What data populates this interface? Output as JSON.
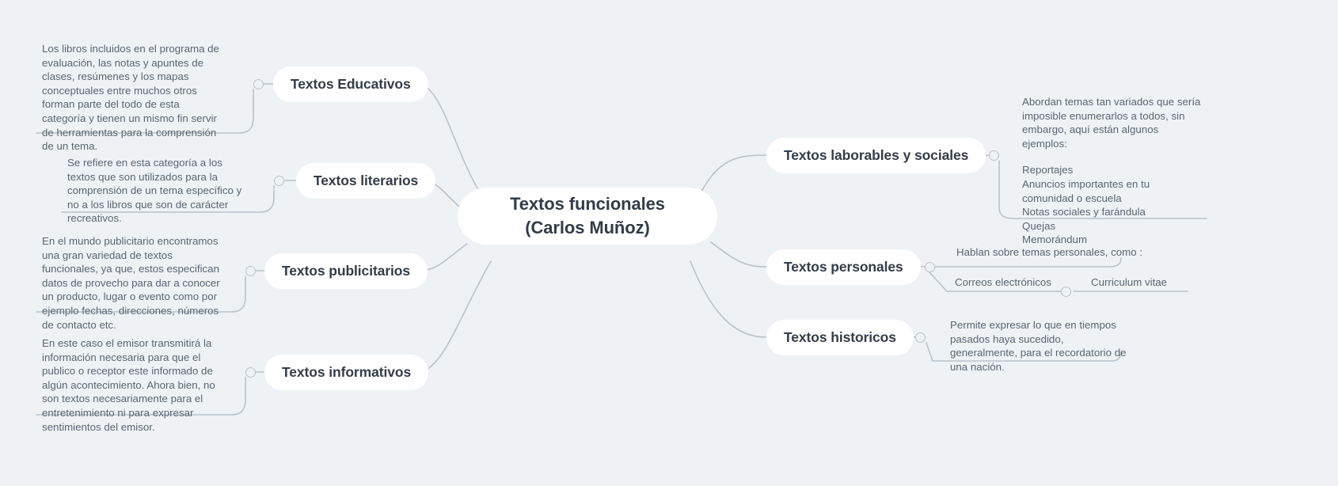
{
  "canvas": {
    "background": "#eef2f5",
    "line_color": "#b9c2c9",
    "node_fill": "#ffffff",
    "node_text_color": "#343c47",
    "note_text_color": "#5b6570"
  },
  "root": {
    "label": "Textos funcionales (Carlos Muñoz)"
  },
  "branches": {
    "educativos": {
      "label": "Textos Educativos",
      "note": "Los libros incluidos en el programa de evaluación, las notas y apuntes de clases, resúmenes y los mapas conceptuales entre muchos otros forman parte del todo de esta categoría y tienen un mismo fin servir de herramientas para la comprensión de un tema."
    },
    "literarios": {
      "label": "Textos literarios",
      "note": "Se refiere en esta categoría a los textos que son utilizados para la comprensión de un tema específico y no a los libros que son de carácter recreativos."
    },
    "publicitarios": {
      "label": "Textos publicitarios",
      "note": "En el mundo publicitario encontramos una gran variedad de textos funcionales, ya que, estos especifican datos de provecho para dar a conocer un producto, lugar o evento como por ejemplo fechas, direcciones, números de contacto etc."
    },
    "informativos": {
      "label": "Textos informativos",
      "note": "En este caso el emisor transmitirá la información necesaria para que el publico o receptor este informado de algún acontecimiento. Ahora bien, no son textos necesariamente para el entretenimiento ni para expresar sentimientos del emisor."
    },
    "laborales": {
      "label": "Textos laborables y sociales",
      "note_intro": "Abordan temas tan variados que sería imposible enumerarlos a todos, sin embargo, aquí están algunos ejemplos:",
      "examples": [
        "Reportajes",
        "Anuncios importantes en tu comunidad o escuela",
        "Notas sociales y farándula",
        "Quejas",
        "Memorándum"
      ]
    },
    "personales": {
      "label": "Textos personales",
      "note": "Hablan sobre temas personales, como :",
      "child_left": "Correos electrónicos",
      "child_right": "Curriculum vitae"
    },
    "historicos": {
      "label": "Textos historicos",
      "note": "Permite expresar lo que en tiempos pasados haya sucedido, generalmente, para el recordatorio de una nación."
    }
  }
}
